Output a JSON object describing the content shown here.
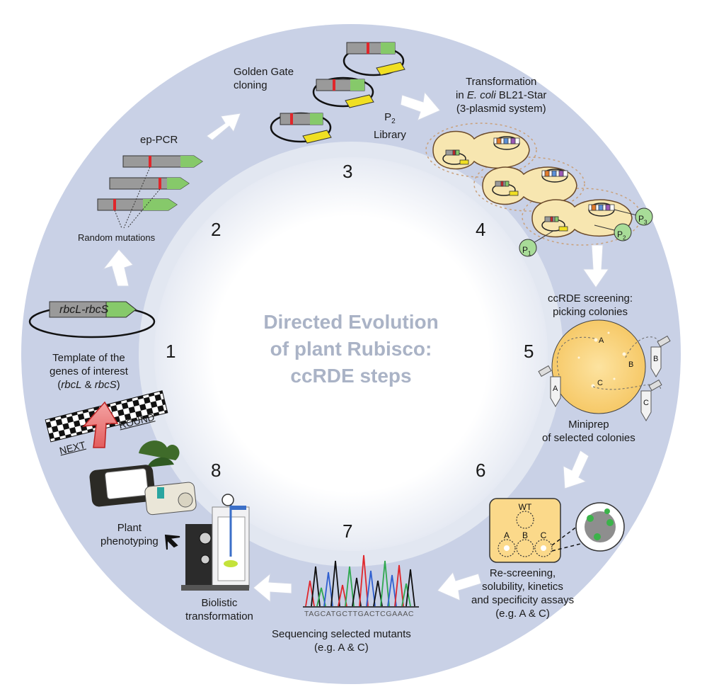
{
  "center_title": [
    "Directed Evolution",
    "of plant Rubisco:",
    "ccRDE steps"
  ],
  "step_numbers": [
    "1",
    "2",
    "3",
    "4",
    "5",
    "6",
    "7",
    "8"
  ],
  "labels": {
    "ep_pcr": "ep-PCR",
    "random_mutations": "Random mutations",
    "golden_gate": [
      "Golden Gate",
      "cloning"
    ],
    "p2_library": "Library",
    "transformation_line1": "Transformation",
    "transformation_line2_pre": "in",
    "transformation_species": "E. coli",
    "transformation_line2_post": "BL21-Star",
    "transformation_line3": "(3-plasmid system)",
    "ccrde_screening": [
      "ccRDE screening:",
      "picking colonies"
    ],
    "miniprep": [
      "Miniprep",
      "of selected colonies"
    ],
    "rescreening": [
      "Re-screening,",
      "solubility, kinetics",
      "and specificity assays",
      "(e.g. A & C)"
    ],
    "sequencing": [
      "Sequencing selected mutants",
      "(e.g. A & C)"
    ],
    "biolistic": [
      "Biolistic",
      "transformation"
    ],
    "plant_phenotyping": [
      "Plant",
      "phenotyping"
    ],
    "template": [
      "Template of the",
      "genes of interest"
    ],
    "template_genes_rbcL": "rbcL",
    "template_genes_amp": " & ",
    "template_genes_rbcS": "rbcS",
    "gene_construct": "rbcL-rbcS",
    "next": "NEXT",
    "round": "ROUND",
    "plasmid_p1": "P",
    "plasmid_p2": "P",
    "plasmid_p3": "P",
    "sub1": "1",
    "sub2": "2",
    "sub3": "3",
    "plate_labels": [
      "A",
      "B",
      "C"
    ],
    "tube_labels": [
      "A",
      "B",
      "C"
    ],
    "assay_wells": [
      "WT",
      "A",
      "B",
      "C"
    ],
    "dna_sequence": "TAGCATGCTTGACTCGAAAC"
  },
  "colors": {
    "ring": "#c9d1e6",
    "ring_inner": "#e9edf5",
    "gene_grey": "#9a9a9a",
    "gene_green": "#86c96a",
    "mutation_red": "#e0262b",
    "selection_yellow": "#f0df22",
    "cell_fill": "#f7e6b0",
    "plate_fill": "#fbd98a",
    "arrow_white": "#ffffff",
    "center_text": "#aab3c6"
  }
}
